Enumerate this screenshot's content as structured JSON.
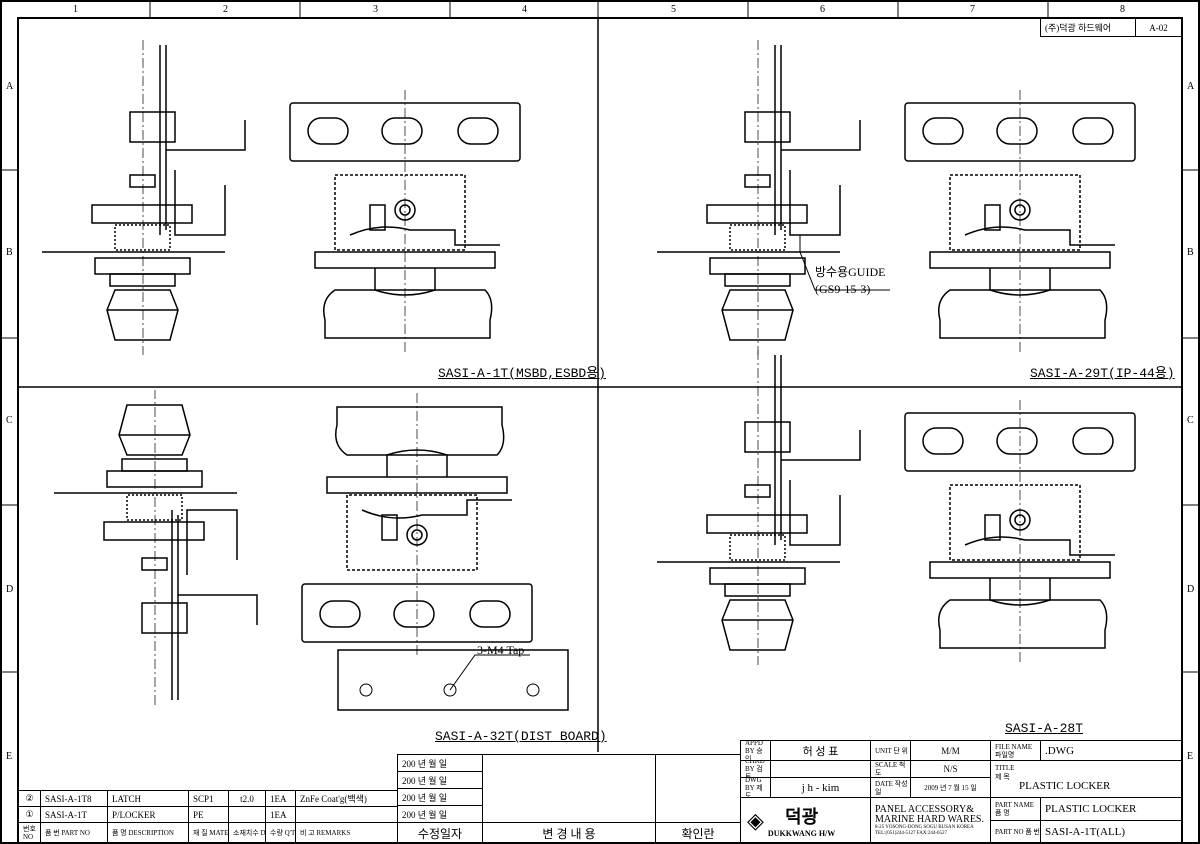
{
  "grid": {
    "columns": [
      "1",
      "2",
      "3",
      "4",
      "5",
      "6",
      "7",
      "8"
    ],
    "rows": [
      "A",
      "B",
      "C",
      "D",
      "E"
    ]
  },
  "company_tag": "(주)덕광 하드웨어",
  "sheet_no": "A-02",
  "views": {
    "v1": "SASI-A-1T(MSBD,ESBD용)",
    "v2": "SASI-A-29T(IP-44용)",
    "v3": "SASI-A-32T(DIST BOARD)",
    "v4": "SASI-A-28T",
    "guide_1": "방수용GUIDE",
    "guide_2": "(GS9-15-3)",
    "tap": "3-M4 Tap"
  },
  "parts": {
    "rows": [
      {
        "no": "②",
        "part_no": "SASI-A-1T8",
        "desc": "LATCH",
        "material": "SCP1",
        "dimension": "t2.0",
        "qty": "1EA",
        "remarks": "ZnFe Coat'g(백색)"
      },
      {
        "no": "①",
        "part_no": "SASI-A-1T",
        "desc": "P/LOCKER",
        "material": "PE",
        "dimension": "",
        "qty": "1EA",
        "remarks": ""
      }
    ],
    "header": {
      "no": "번호 NO",
      "part_no": "품 번 PART NO",
      "desc": "품 명 DESCRIPTION",
      "material": "재 질 MATERIAL",
      "dimension": "소재치수 DIMENSION",
      "qty": "수량 Q'TY",
      "remarks": "비 고 REMARKS"
    }
  },
  "revisions": {
    "dates": [
      "200 년 월 일",
      "200 년 월 일",
      "200 년 월 일",
      "200 년 월 일"
    ],
    "header": {
      "date": "수정일자",
      "content": "변 경 내 용",
      "confirm": "확인란"
    }
  },
  "title_block": {
    "appd_label": "APPD BY 승 인",
    "appd": "허 성 표",
    "chkd_label": "CHKD BY 검 토",
    "chkd": "",
    "dwg_label": "DWG BY 제 도",
    "dwg": "j h - kim",
    "unit_label": "UNIT 단 위",
    "unit": "M/M",
    "scale_label": "SCALE 척 도",
    "scale": "N/S",
    "date_label": "DATE 작성일",
    "date": "2009 년 7 월 15 일",
    "file_label": "FILE NAME 파일명",
    "file": ".DWG",
    "title_label": "TITLE 제 목",
    "title": "PLASTIC LOCKER",
    "part_name_label": "PART NAME 품 명",
    "part_name": "PLASTIC LOCKER",
    "part_no_label": "PART NO 품 번",
    "part_no": "SASI-A-1T(ALL)",
    "logo_text": "덕광",
    "logo_sub": "DUKKWANG H/W",
    "company_1": "PANEL ACCESSORY&",
    "company_2": "MARINE HARD WARES.",
    "address": "8-25 YOSONG-DONG SOGU BUSAN KOREA",
    "phone": "TEL:(051)244-5127 FAX:244-6527"
  }
}
